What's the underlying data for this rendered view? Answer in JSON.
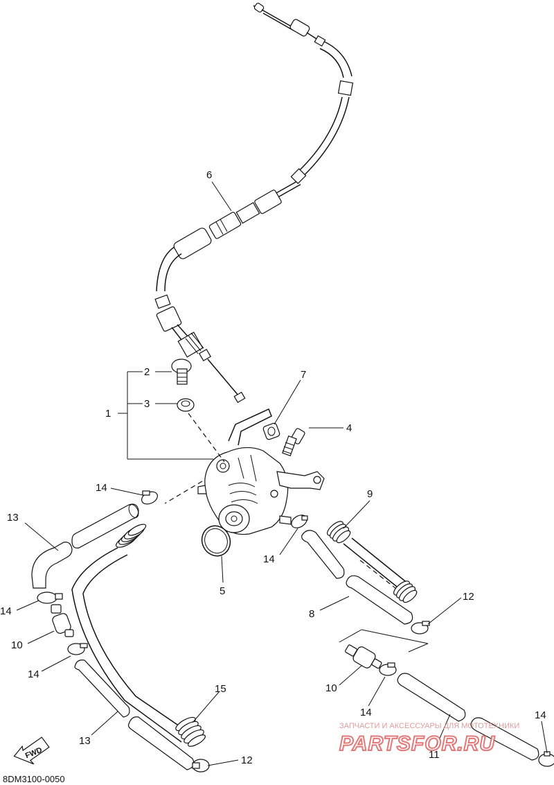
{
  "diagram": {
    "part_code": "8DM3100-0050",
    "fwd_label": "FWD",
    "watermark_small": "ЗАПЧАСТИ И АКСЕССУАРЫ ДЛЯ МОТОТЕХНИКИ",
    "watermark_large": "PARTSFOR.RU",
    "callouts": [
      "1",
      "2",
      "3",
      "4",
      "5",
      "6",
      "7",
      "8",
      "9",
      "10",
      "11",
      "12",
      "13",
      "14",
      "15"
    ],
    "callout_instances": {
      "c1": "1",
      "c2": "2",
      "c3": "3",
      "c4": "4",
      "c5": "5",
      "c6": "6",
      "c7": "7",
      "c8": "8",
      "c9": "9",
      "c10a": "10",
      "c10b": "10",
      "c11": "11",
      "c12a": "12",
      "c12b": "12",
      "c13a": "13",
      "c13b": "13",
      "c14a": "14",
      "c14b": "14",
      "c14c": "14",
      "c14d": "14",
      "c14e": "14",
      "c14f": "14",
      "c15": "15"
    }
  }
}
